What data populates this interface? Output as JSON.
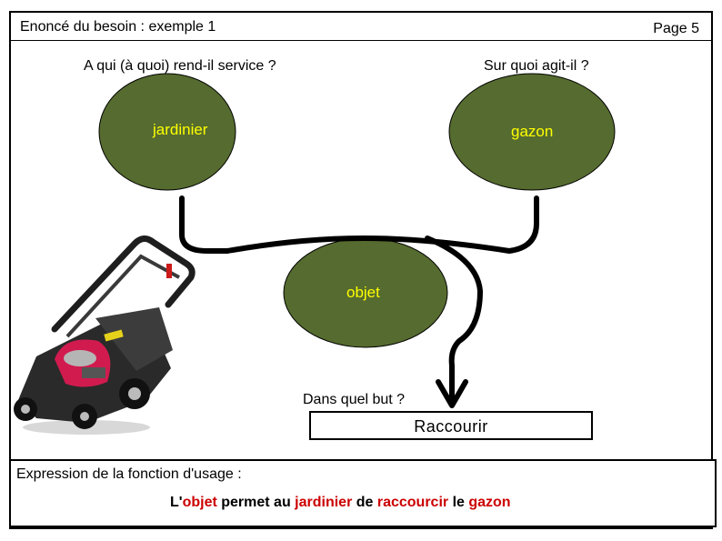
{
  "header": {
    "title": "Enoncé du besoin : exemple 1",
    "page": "Page 5"
  },
  "questions": {
    "who": "A qui (à quoi) rend-il service ?",
    "what": "Sur quoi agit-il ?",
    "why": "Dans quel but ?"
  },
  "bubbles": {
    "user": "jardinier",
    "material": "gazon",
    "product": "objet"
  },
  "purpose": "Raccourir",
  "expression": {
    "label": "Expression de la fonction d'usage :",
    "parts": [
      "L'",
      "objet",
      " permet au ",
      "jardinier",
      " de ",
      "raccourcir",
      " le ",
      "gazon"
    ]
  },
  "colors": {
    "bubble_fill": "#556b2f",
    "bubble_text": "#ffff00",
    "highlight": "#cc0000"
  },
  "illustration": "lawn-mower"
}
